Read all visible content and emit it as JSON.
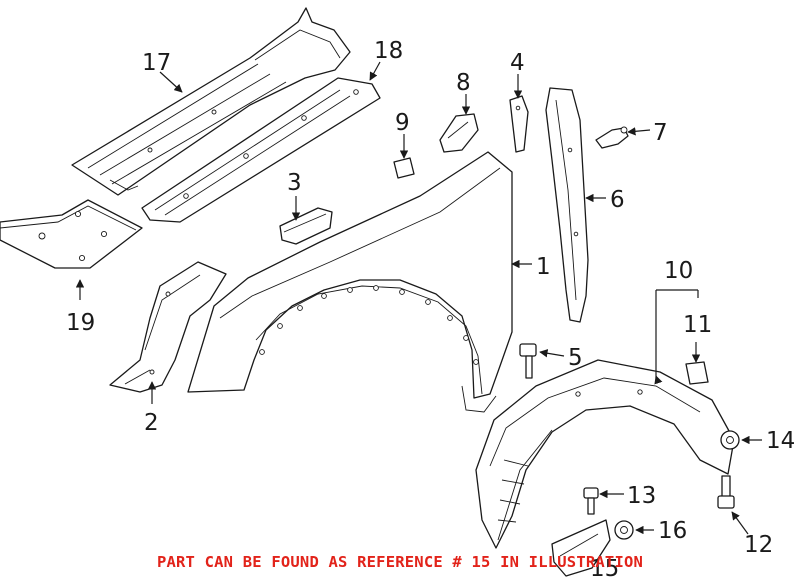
{
  "colors": {
    "caption": "#e2231a",
    "line": "#1a1a1a",
    "background": "#ffffff"
  },
  "callouts": {
    "c1": "1",
    "c2": "2",
    "c3": "3",
    "c4": "4",
    "c5": "5",
    "c6": "6",
    "c7": "7",
    "c8": "8",
    "c9": "9",
    "c10": "10",
    "c11": "11",
    "c12": "12",
    "c13": "13",
    "c14": "14",
    "c15": "15",
    "c16": "16",
    "c17": "17",
    "c18": "18",
    "c19": "19"
  },
  "caption": "PART CAN BE FOUND AS REFERENCE # 15 IN ILLUSTRATION"
}
